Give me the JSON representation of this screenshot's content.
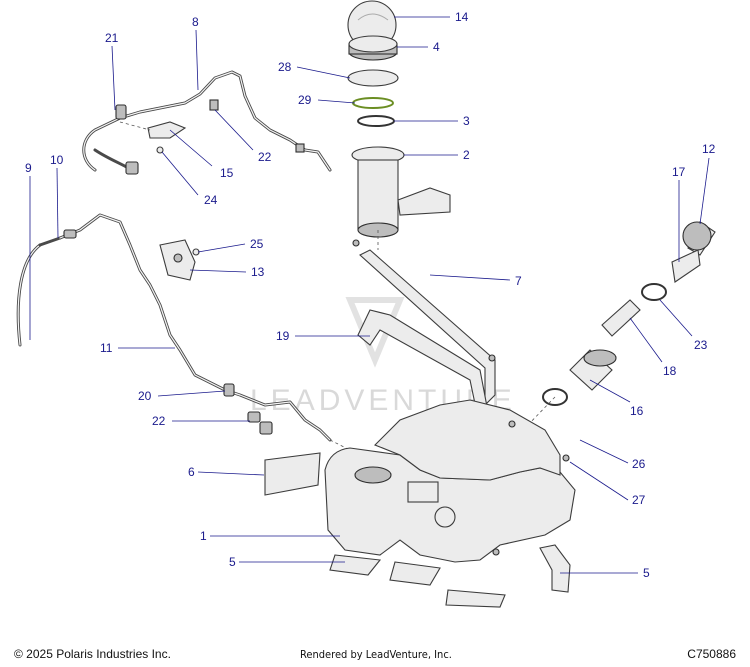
{
  "watermark": "LEADVENTURE",
  "callouts": [
    {
      "key": "14",
      "label": "14"
    },
    {
      "key": "4",
      "label": "4"
    },
    {
      "key": "28",
      "label": "28"
    },
    {
      "key": "29",
      "label": "29"
    },
    {
      "key": "3",
      "label": "3"
    },
    {
      "key": "2",
      "label": "2"
    },
    {
      "key": "21",
      "label": "21"
    },
    {
      "key": "8",
      "label": "8"
    },
    {
      "key": "22a",
      "label": "22"
    },
    {
      "key": "15",
      "label": "15"
    },
    {
      "key": "24",
      "label": "24"
    },
    {
      "key": "9",
      "label": "9"
    },
    {
      "key": "10",
      "label": "10"
    },
    {
      "key": "25",
      "label": "25"
    },
    {
      "key": "13",
      "label": "13"
    },
    {
      "key": "7",
      "label": "7"
    },
    {
      "key": "12",
      "label": "12"
    },
    {
      "key": "17",
      "label": "17"
    },
    {
      "key": "23",
      "label": "23"
    },
    {
      "key": "18",
      "label": "18"
    },
    {
      "key": "16",
      "label": "16"
    },
    {
      "key": "19",
      "label": "19"
    },
    {
      "key": "11",
      "label": "11"
    },
    {
      "key": "20",
      "label": "20"
    },
    {
      "key": "22b",
      "label": "22"
    },
    {
      "key": "26",
      "label": "26"
    },
    {
      "key": "27",
      "label": "27"
    },
    {
      "key": "6",
      "label": "6"
    },
    {
      "key": "1",
      "label": "1"
    },
    {
      "key": "5a",
      "label": "5"
    },
    {
      "key": "5b",
      "label": "5"
    }
  ],
  "footer": {
    "copyright": "© 2025 Polaris Industries Inc.",
    "rendered_by": "Rendered by LeadVenture, Inc.",
    "diagram_code": "C750886"
  }
}
